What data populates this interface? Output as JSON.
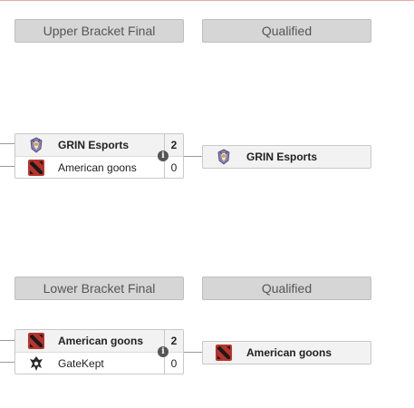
{
  "upper": {
    "header": "Upper Bracket Final",
    "qualified_header": "Qualified",
    "team1": {
      "name": "GRIN Esports",
      "score": "2",
      "logo_icon": "grin-esports-logo-icon"
    },
    "team2": {
      "name": "American goons",
      "score": "0",
      "logo_icon": "dota2-logo-icon"
    },
    "qualified_team": {
      "name": "GRIN Esports",
      "logo_icon": "grin-esports-logo-icon"
    },
    "info_icon": "i"
  },
  "lower": {
    "header": "Lower Bracket Final",
    "qualified_header": "Qualified",
    "team1": {
      "name": "American goons",
      "score": "2",
      "logo_icon": "dota2-logo-icon"
    },
    "team2": {
      "name": "GateKept",
      "score": "0",
      "logo_icon": "gatekept-logo-icon"
    },
    "qualified_team": {
      "name": "American goons",
      "logo_icon": "dota2-logo-icon"
    },
    "info_icon": "i"
  },
  "colors": {
    "header_bg": "#d6d6d6",
    "winner_row_bg": "#f2f2f2",
    "dota_red": "#b8332b",
    "connector": "#9a9a9a"
  }
}
